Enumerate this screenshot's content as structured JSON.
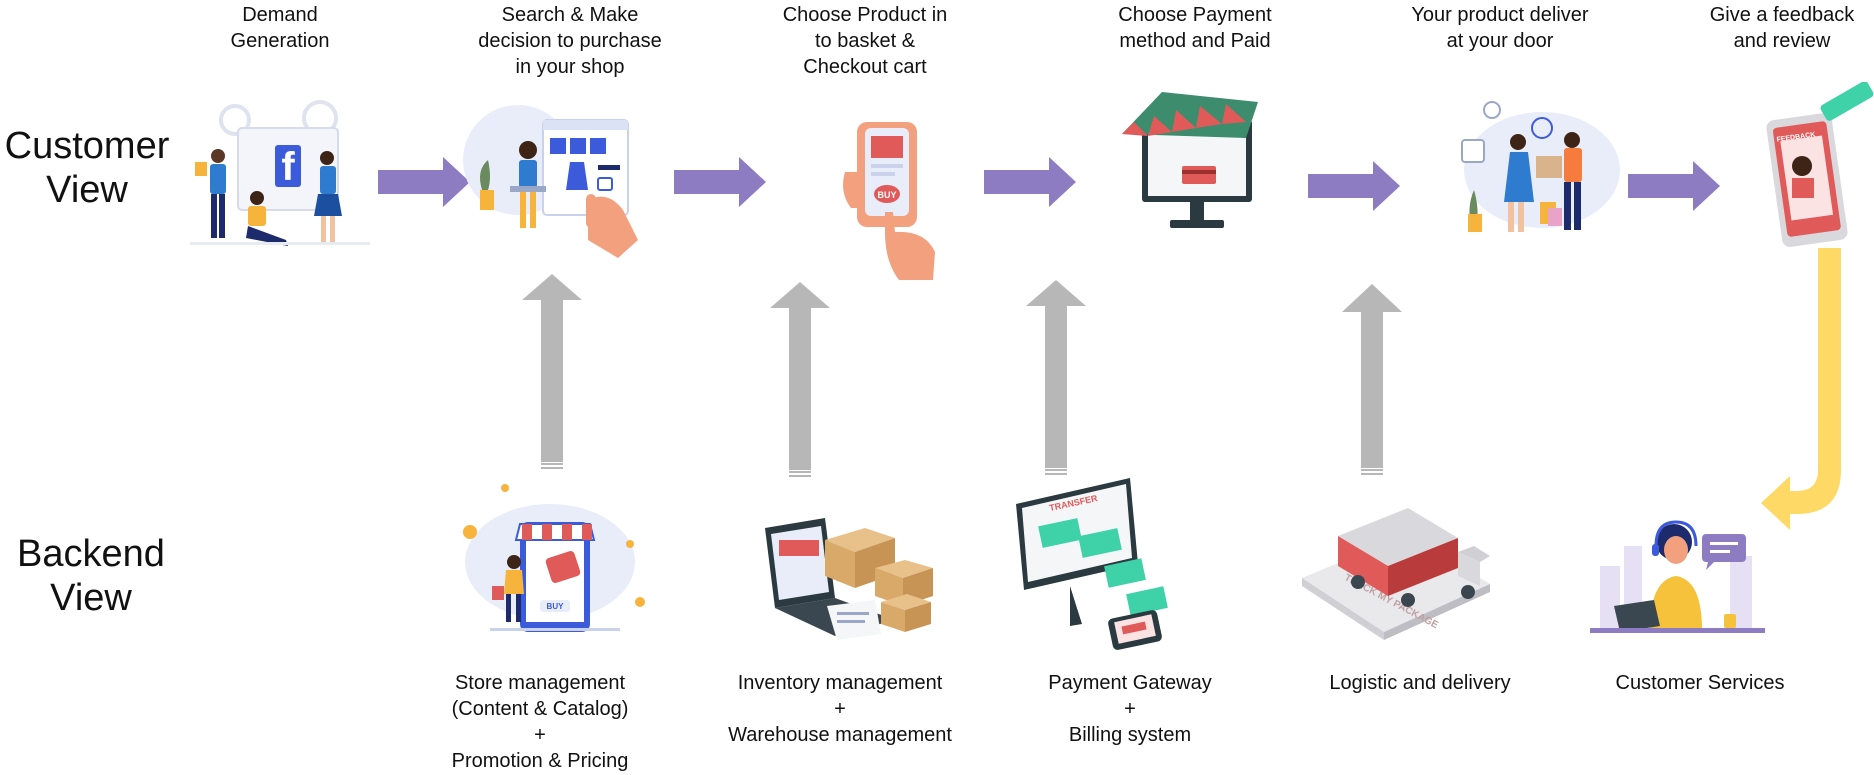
{
  "rows": {
    "customer": [
      "Customer",
      "View"
    ],
    "backend": [
      "Backend",
      "View"
    ]
  },
  "steps": [
    {
      "lines": [
        "Demand",
        "Generation"
      ],
      "icon": "facebook-marketing-illustration"
    },
    {
      "lines": [
        "Search & Make",
        "decision to purchase",
        "in your shop"
      ],
      "icon": "online-shop-browsing-illustration"
    },
    {
      "lines": [
        "Choose Product in",
        "to basket &",
        "Checkout cart"
      ],
      "icon": "phone-buy-button-illustration"
    },
    {
      "lines": [
        "Choose Payment",
        "method and Paid"
      ],
      "icon": "monitor-storefront-card-illustration"
    },
    {
      "lines": [
        "Your product deliver",
        "at your door"
      ],
      "icon": "courier-handover-illustration"
    },
    {
      "lines": [
        "Give a feedback",
        "and review"
      ],
      "icon": "feedback-tablet-illustration"
    }
  ],
  "backend": [
    {
      "lines": [
        "Store management",
        "(Content & Catalog)",
        "+",
        "Promotion & Pricing"
      ],
      "icon": "mobile-store-illustration"
    },
    {
      "lines": [
        "Inventory management",
        "+",
        "Warehouse management"
      ],
      "icon": "laptop-boxes-illustration"
    },
    {
      "lines": [
        "Payment Gateway",
        "+",
        "Billing system"
      ],
      "icon": "monitor-money-transfer-illustration"
    },
    {
      "lines": [
        "Logistic and delivery"
      ],
      "icon": "delivery-truck-illustration"
    },
    {
      "lines": [
        "Customer Services"
      ],
      "icon": "support-agent-illustration"
    }
  ],
  "illustration_text": {
    "buy": "BUY",
    "feedback": "FEEDBACK",
    "transfer": "TRANSFER",
    "track": "TRACK MY PACKAGE"
  },
  "colors": {
    "flow_arrow": "#8e7cc3",
    "support_arrow": "#b7b7b7",
    "return_arrow": "#ffd966"
  }
}
